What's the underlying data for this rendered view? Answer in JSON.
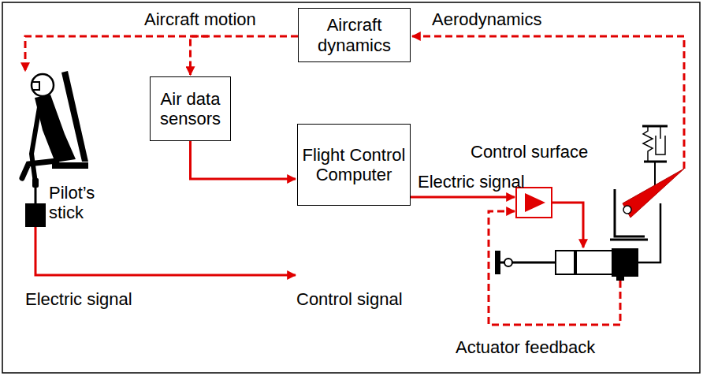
{
  "diagram": {
    "nodes": [
      {
        "text": [
          "Aircraft dynamics"
        ]
      },
      {
        "text": [
          "Air data sensors"
        ]
      },
      {
        "text": [
          "Flight Control Computer"
        ]
      }
    ],
    "edges": [
      {
        "from": 0,
        "to": 1,
        "arrow": "to"
      },
      {
        "from": 1,
        "to": 2,
        "arrow": "to"
      }
    ],
    "labels": [
      "Aircraft motion",
      "Aerodynamics",
      "Control surface",
      "Electric signal",
      "Pilot’s stick",
      "Electric signal",
      "Control signal",
      "Actuator feedback"
    ]
  }
}
